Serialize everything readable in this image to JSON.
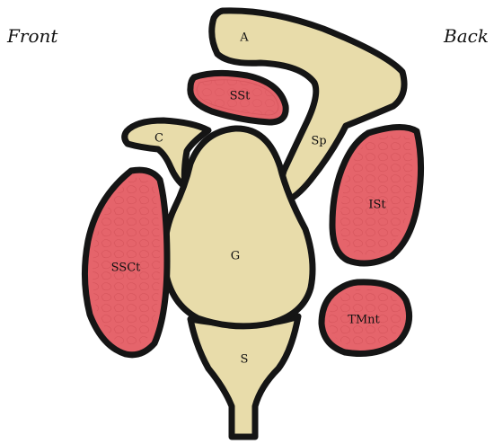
{
  "orientation": {
    "front": "Front",
    "back": "Back"
  },
  "structures": {
    "acromion": "A",
    "scapular_spine": "Sp",
    "coracoid": "C",
    "glenoid": "G",
    "scapular_neck": "S",
    "supraspinatus": "SSt",
    "infraspinatus": "ISt",
    "subscapularis": "SSCt",
    "teres_minor": "TMnt"
  },
  "colors": {
    "bone_fill": "#e8dcaa",
    "muscle_fill": "#e5646b",
    "outline": "#151515"
  }
}
